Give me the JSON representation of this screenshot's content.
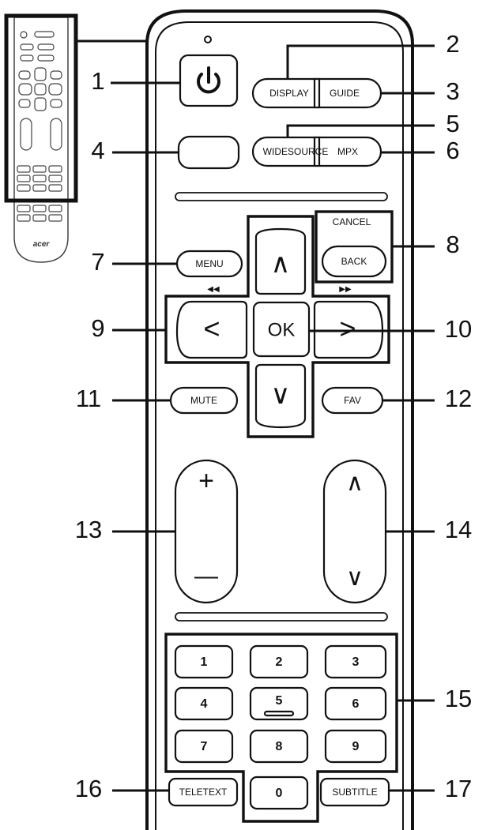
{
  "thumbnail": {
    "brand": "acer"
  },
  "buttons": {
    "power": {
      "icon": "power-icon"
    },
    "display": "DISPLAY",
    "guide": "GUIDE",
    "widesource": "WIDESOURCE",
    "mpx": "MPX",
    "cancel": "CANCEL",
    "back": "BACK",
    "menu": "MENU",
    "rewind": "◀◀",
    "fastforward": "▶▶",
    "up": "∧",
    "left": "<",
    "ok": "OK",
    "right": ">",
    "down": "∨",
    "mute": "MUTE",
    "fav": "FAV",
    "vol_plus": "+",
    "vol_minus": "—",
    "ch_up": "∧",
    "ch_down": "∨",
    "digits": [
      "1",
      "2",
      "3",
      "4",
      "5",
      "6",
      "7",
      "8",
      "9",
      "0"
    ],
    "teletext": "TELETEXT",
    "subtitle": "SUBTITLE"
  },
  "callouts": {
    "c1": "1",
    "c2": "2",
    "c3": "3",
    "c4": "4",
    "c5": "5",
    "c6": "6",
    "c7": "7",
    "c8": "8",
    "c9": "9",
    "c10": "10",
    "c11": "11",
    "c12": "12",
    "c13": "13",
    "c14": "14",
    "c15": "15",
    "c16": "16",
    "c17": "17"
  }
}
